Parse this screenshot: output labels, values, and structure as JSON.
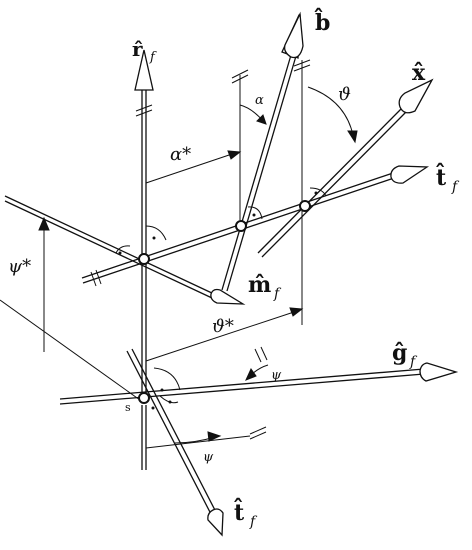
{
  "labels": {
    "r_f": "r̂",
    "r_f_sub": "f",
    "b": "b̂",
    "x": "x̂",
    "t_f_top": "t̂",
    "t_f_top_sub": "f",
    "m_f": "m̂",
    "m_f_sub": "f",
    "g_f": "ĝ",
    "g_f_sub": "f",
    "t_f_bottom": "t̂",
    "t_f_bottom_sub": "f",
    "alpha_star": "α*",
    "alpha": "α",
    "theta": "ϑ",
    "theta_star": "ϑ*",
    "psi_star": "ψ*",
    "psi_upper": "ψ",
    "psi_lower": "ψ",
    "s": "s"
  }
}
